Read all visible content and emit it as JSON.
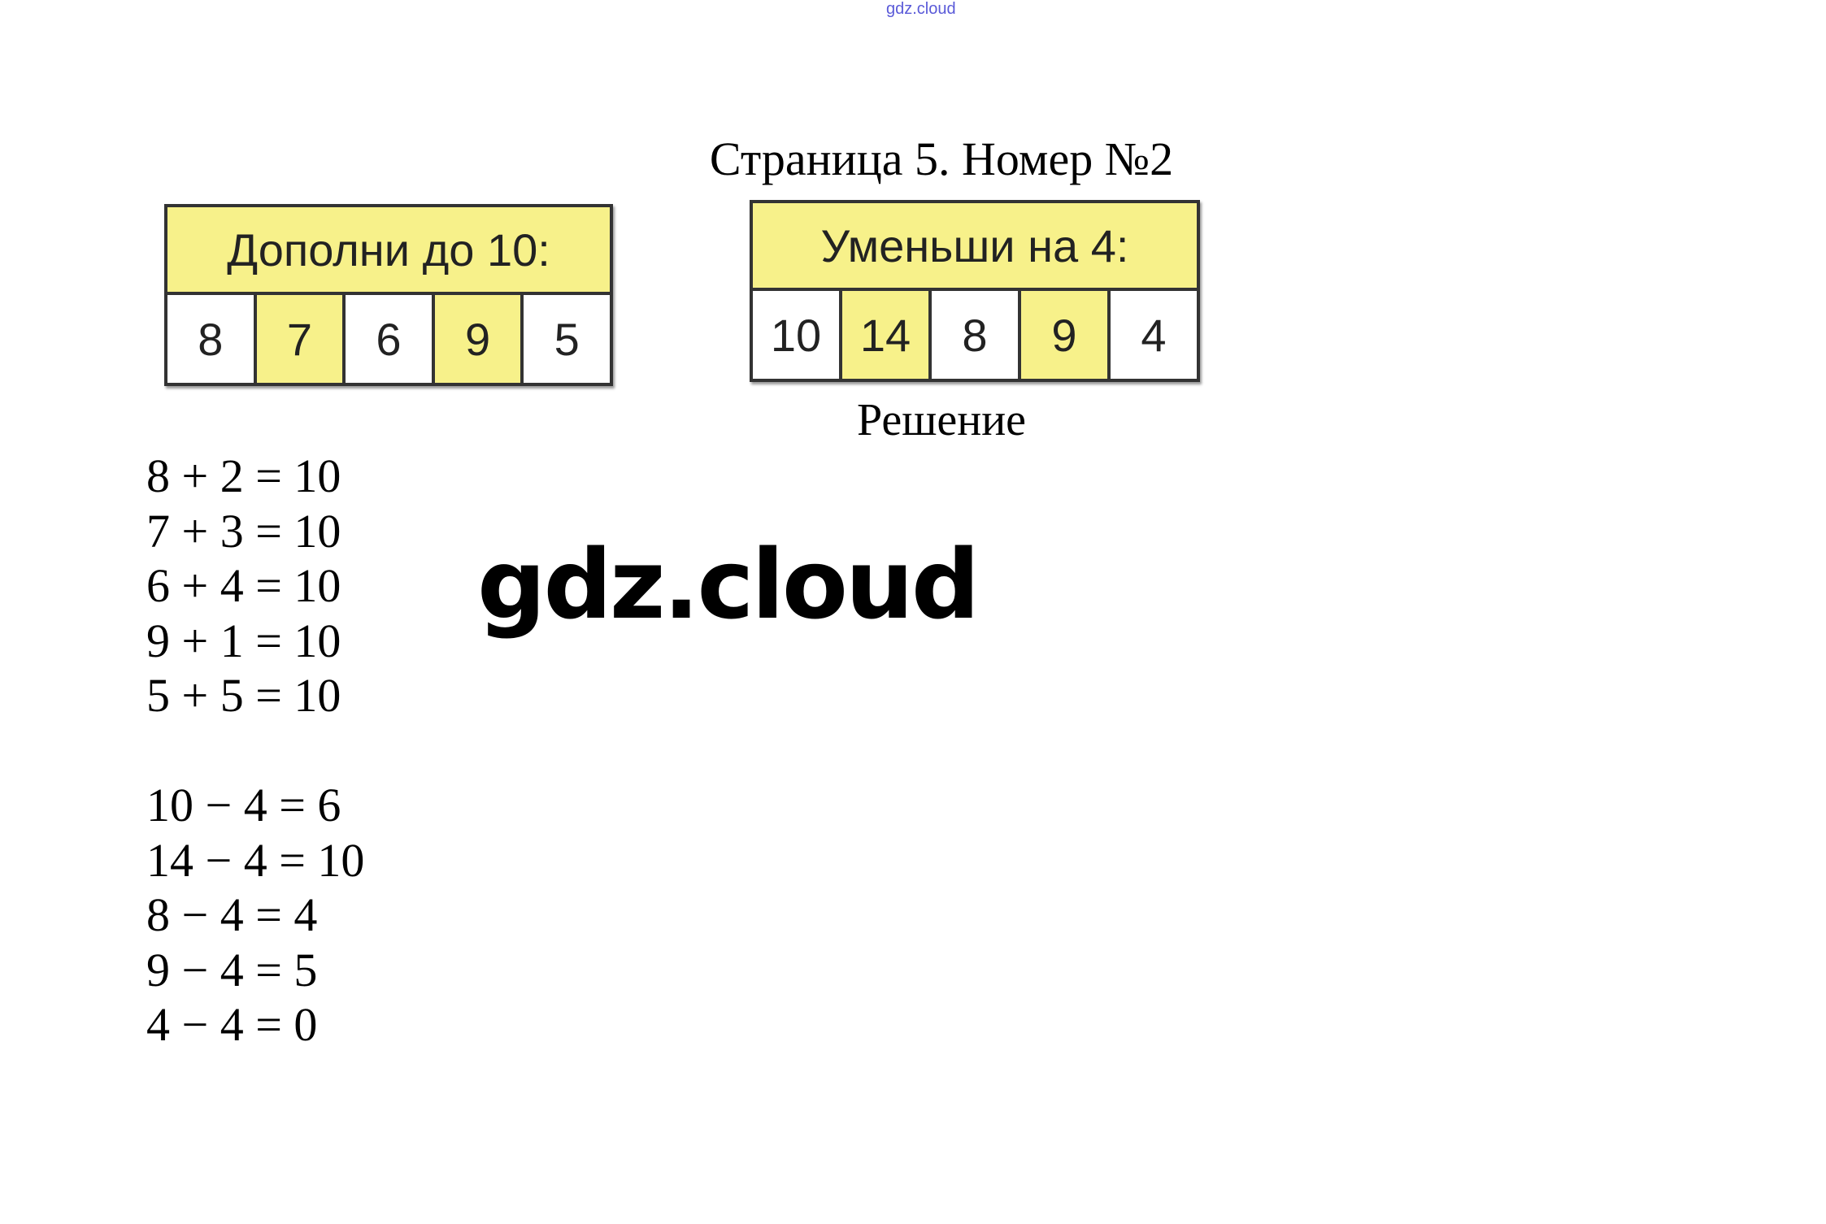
{
  "watermark_top": "gdz.cloud",
  "title": "Страница 5. Номер №2",
  "tasks": [
    {
      "header": "Дополни до 10:",
      "cells": [
        "8",
        "7",
        "6",
        "9",
        "5"
      ]
    },
    {
      "header": "Уменьши на 4:",
      "cells": [
        "10",
        "14",
        "8",
        "9",
        "4"
      ]
    }
  ],
  "solution_label": "Решение",
  "equations_add": [
    "8 + 2 = 10",
    "7 + 3 = 10",
    "6 + 4 = 10",
    "9 + 1 = 10",
    "5 + 5 = 10"
  ],
  "equations_sub": [
    "10 − 4 = 6",
    "14 − 4 = 10",
    "8 − 4 = 4",
    "9 − 4 = 5",
    "4 − 4 = 0"
  ],
  "watermark": "gdz.cloud",
  "colors": {
    "highlight": "#f7f18a",
    "border": "#333333",
    "watermark_top": "#5a5ad8"
  }
}
